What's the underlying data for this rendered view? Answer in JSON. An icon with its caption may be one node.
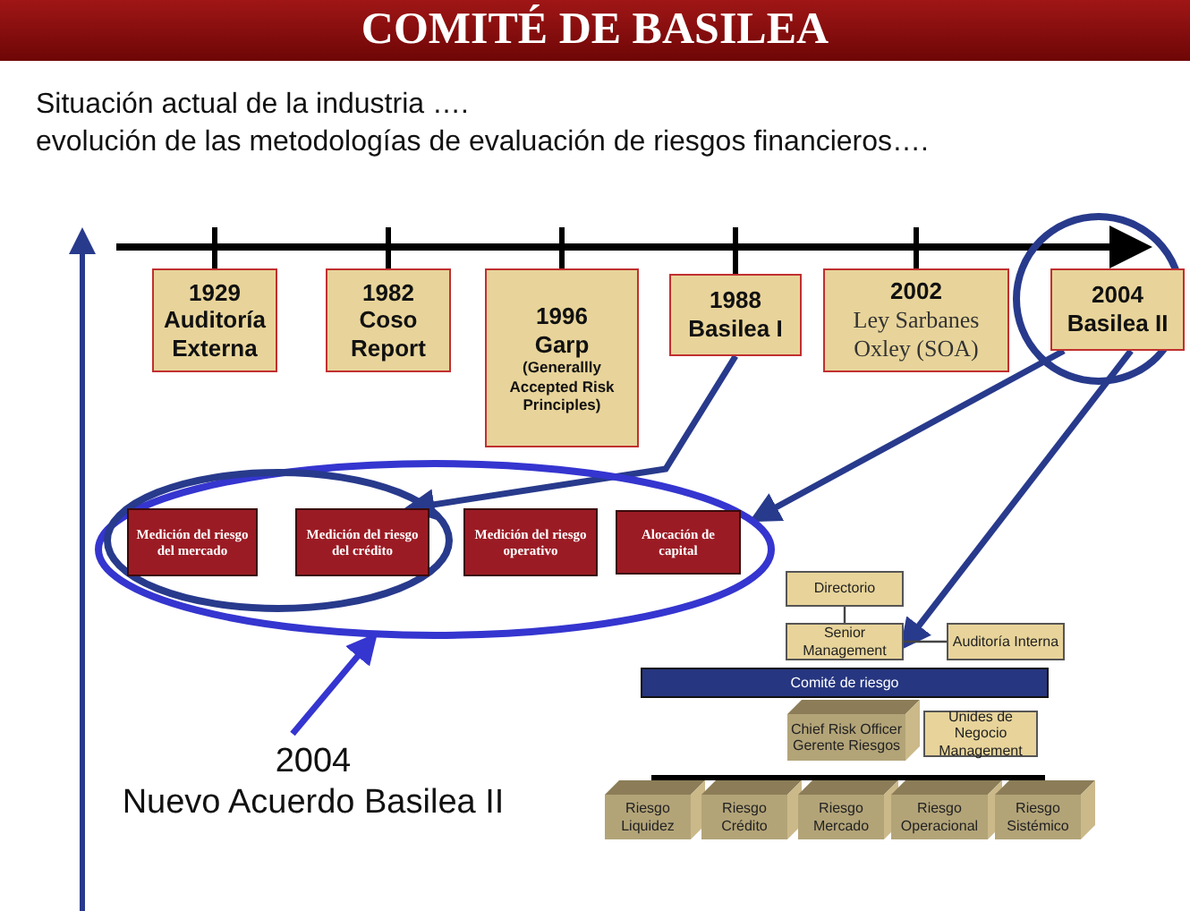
{
  "diagram": {
    "title": "COMITÉ DE BASILEA",
    "nodes": [
      {
        "text": [
          "1929",
          "Auditoría Externa"
        ]
      },
      {
        "text": [
          "1982",
          "Coso Report"
        ]
      },
      {
        "text": [
          "1996",
          "Garp",
          "(Generallly Accepted Risk Principles)"
        ]
      },
      {
        "text": [
          "1988",
          "Basilea I"
        ]
      },
      {
        "text": [
          "2002",
          "Ley Sarbanes Oxley (SOA)"
        ]
      },
      {
        "text": [
          "2004",
          "Basilea II"
        ]
      },
      {
        "text": [],
        "shape": "ellipse"
      },
      {
        "text": [],
        "shape": "ellipse",
        "in": 6
      },
      {
        "text": [
          "Medición del riesgo del mercado"
        ],
        "in": 7
      },
      {
        "text": [
          "Medición del riesgo del crédito"
        ],
        "in": 7
      },
      {
        "text": [
          "Medición del riesgo operativo"
        ],
        "in": 6
      },
      {
        "text": [
          "Alocación de capital"
        ],
        "in": 6
      },
      {
        "text": [
          "2004",
          "Nuevo Acuerdo Basilea II"
        ]
      },
      {
        "text": [
          "Directorio"
        ]
      },
      {
        "text": [
          "Senior Management"
        ]
      },
      {
        "text": [
          "Auditoría Interna"
        ]
      },
      {
        "text": [
          "Comité de riesgo"
        ]
      },
      {
        "text": [
          "Chief Risk Officer Gerente Riesgos"
        ]
      },
      {
        "text": [
          "Unides de Negocio Management"
        ]
      },
      {
        "text": [],
        "shape": "bar"
      },
      {
        "text": [
          "Riesgo Liquidez"
        ]
      },
      {
        "text": [
          "Riesgo Crédito"
        ]
      },
      {
        "text": [
          "Riesgo Mercado"
        ]
      },
      {
        "text": [
          "Riesgo Operacional"
        ]
      },
      {
        "text": [
          "Riesgo Sistémico"
        ]
      }
    ],
    "edges": [
      {
        "from": 3,
        "to": 9,
        "arrow": "to"
      },
      {
        "from": 5,
        "to": 6,
        "arrow": "to"
      },
      {
        "from": 5,
        "to": 14,
        "arrow": "to"
      },
      {
        "from": 12,
        "to": 6,
        "arrow": "to",
        "color": "#3535d0"
      },
      {
        "from": 13,
        "to": 14,
        "arrow": "none",
        "color": "#444444"
      },
      {
        "from": 14,
        "to": 15,
        "arrow": "none",
        "color": "#444444"
      }
    ],
    "labels": [
      "Situación actual de la industria ….",
      "evolución de las metodologías de evaluación de riesgos financieros…."
    ]
  }
}
